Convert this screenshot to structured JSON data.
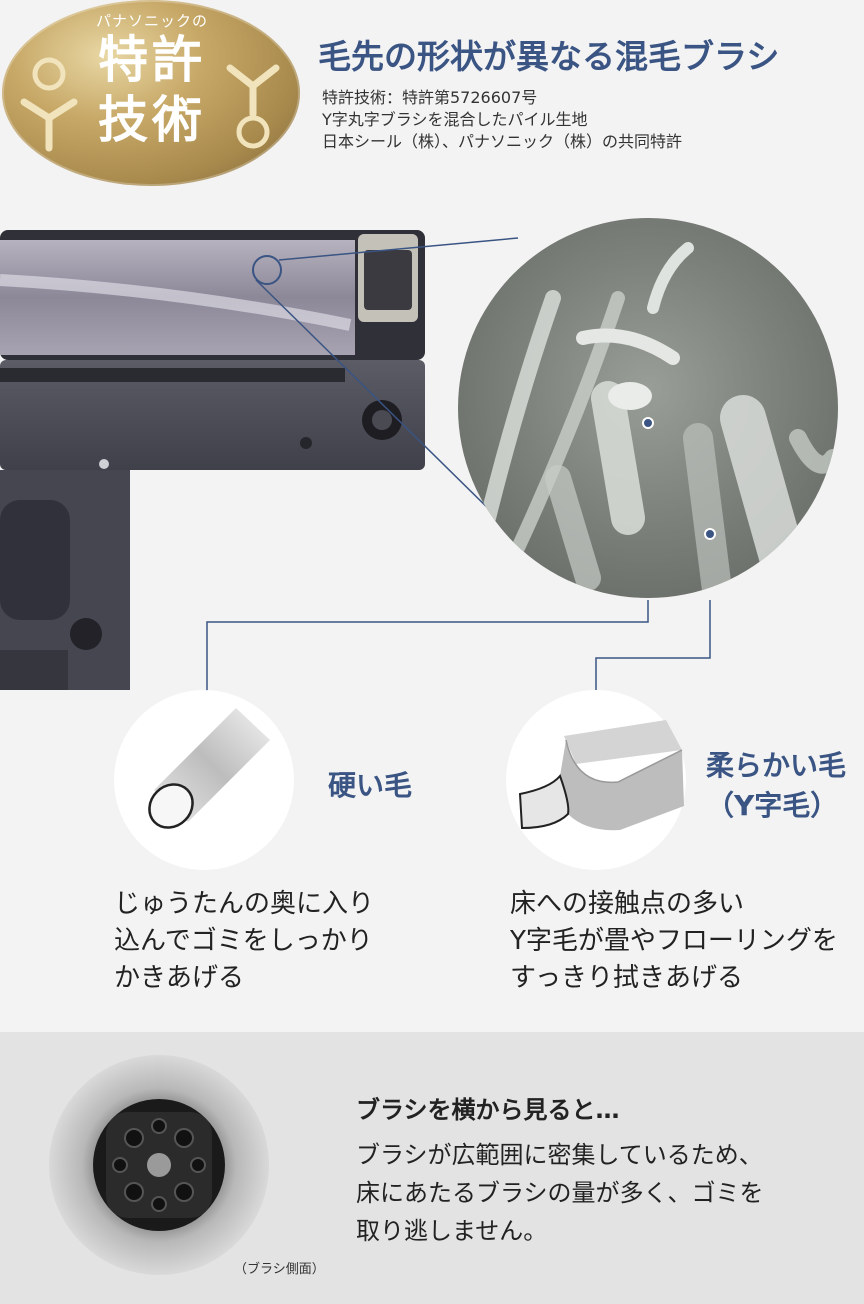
{
  "badge": {
    "subtitle": "パナソニックの",
    "title_line1": "特許",
    "title_line2": "技術"
  },
  "header": {
    "title": "毛先の形状が異なる混毛ブラシ",
    "spec_lines": [
      "特許技術：特許第5726607号",
      "Y字丸字ブラシを混合したパイル生地",
      "日本シール（株）、パナソニック（株）の共同特許"
    ]
  },
  "fibers": {
    "hard": {
      "label": "硬い毛",
      "description": "じゅうたんの奥に入り\n込んでゴミをしっかり\nかきあげる",
      "icon": "round-fiber-icon"
    },
    "soft": {
      "label_line1": "柔らかい毛",
      "label_line2": "（Y字毛）",
      "description": "床への接触点の多い\nY字毛が畳やフローリングを\nすっきり拭きあげる",
      "icon": "y-shaped-fiber-icon"
    }
  },
  "side_view": {
    "title": "ブラシを横から見ると…",
    "text": "ブラシが広範囲に密集しているため、\n床にあたるブラシの量が多く、ゴミを\n取り逃しません。",
    "caption": "（ブラシ側面）"
  },
  "colors": {
    "accent_blue": "#3a5483",
    "gold": "#b8975a",
    "bottom_bg": "#e3e3e3"
  }
}
